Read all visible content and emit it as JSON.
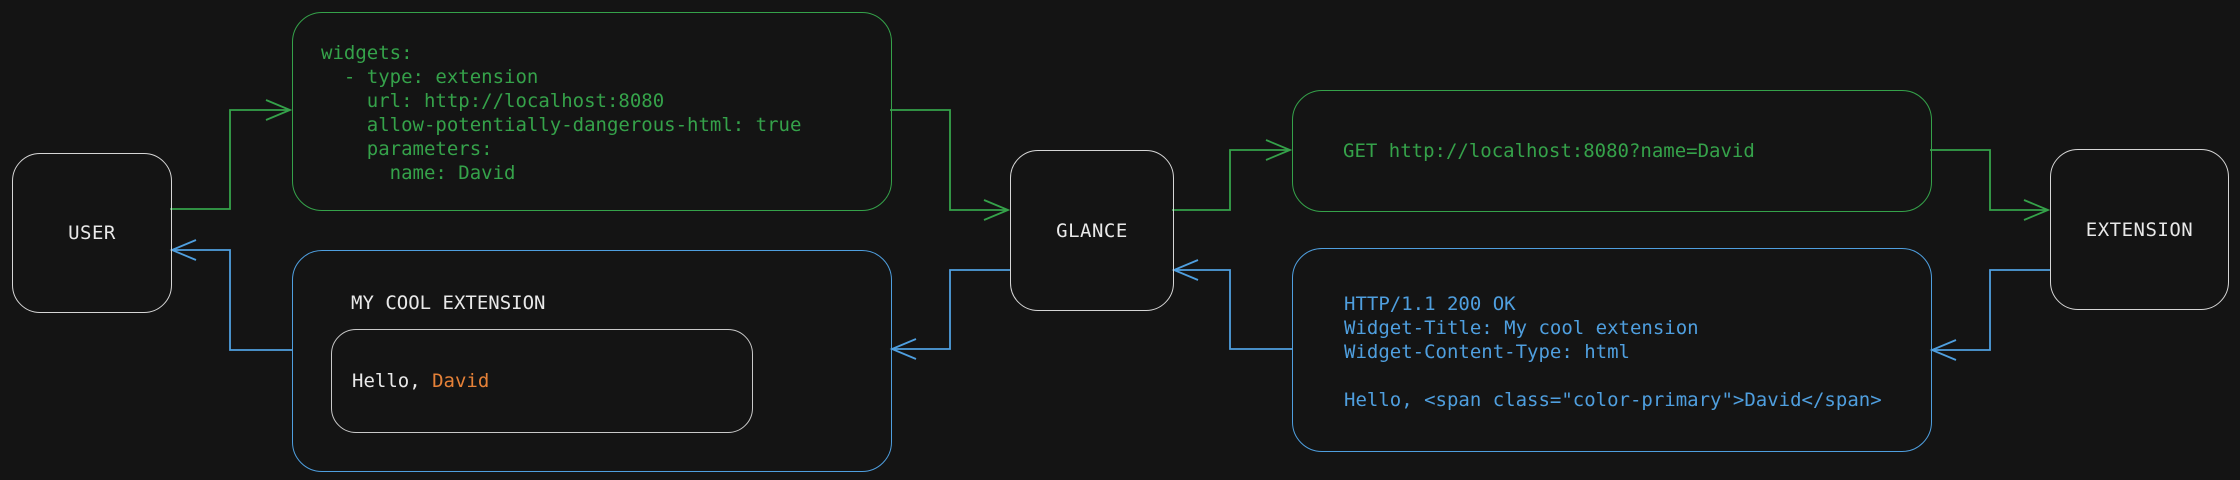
{
  "nodes": {
    "user": "USER",
    "glance": "GLANCE",
    "extension": "EXTENSION"
  },
  "config_box": {
    "lines": [
      "widgets:",
      "  - type: extension",
      "    url: http://localhost:8080",
      "    allow-potentially-dangerous-html: true",
      "    parameters:",
      "      name: David"
    ]
  },
  "request_box": {
    "text": "GET http://localhost:8080?name=David"
  },
  "response_box": {
    "lines": [
      "HTTP/1.1 200 OK",
      "Widget-Title: My cool extension",
      "Widget-Content-Type: html",
      "",
      "Hello, <span class=\"color-primary\">David</span>"
    ]
  },
  "widget_box": {
    "title": "MY COOL EXTENSION",
    "greeting_prefix": "Hello, ",
    "greeting_name": "David"
  },
  "colors": {
    "request_green": "#35a24a",
    "response_blue": "#4f9fdf",
    "accent_orange": "#e58138",
    "node_border": "#d6d6d6",
    "text_light": "#e9e9e9",
    "inner_border": "#c9c9c9",
    "background": "#141414"
  }
}
